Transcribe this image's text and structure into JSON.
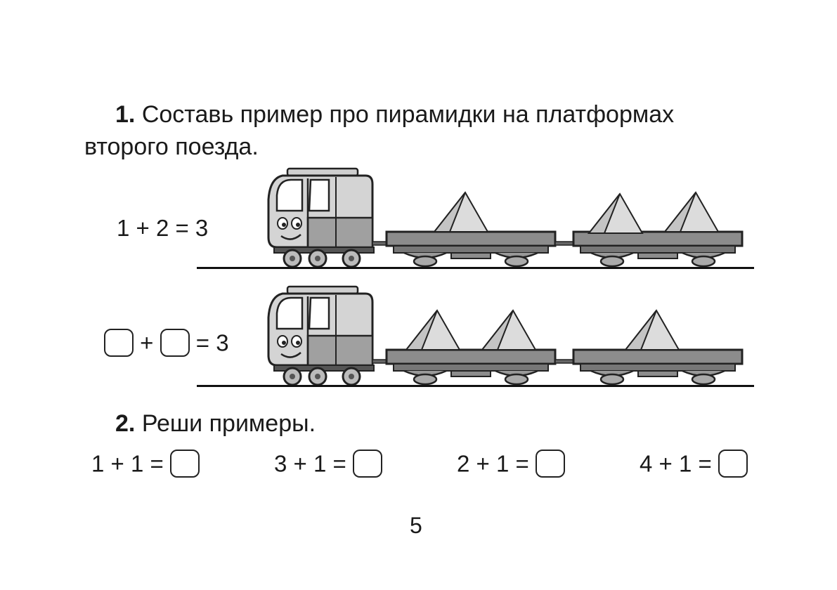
{
  "task1": {
    "number": "1.",
    "line1": "Составь пример про пирамидки на платформах",
    "line2": "второго поезда."
  },
  "train1": {
    "equation": "1 + 2 = 3"
  },
  "train2": {
    "plus": "+",
    "result": "= 3"
  },
  "task2": {
    "number": "2.",
    "text": "Реши примеры."
  },
  "examples": [
    {
      "expr": "1 + 1 ="
    },
    {
      "expr": "3 + 1 ="
    },
    {
      "expr": "2 + 1 ="
    },
    {
      "expr": "4 + 1 ="
    }
  ],
  "page_number": "5",
  "colors": {
    "wagon": "#8c8c8c",
    "pyramid": "#d9d9d9",
    "loco_body": "#cfcfcf",
    "loco_lower": "#9b9b9b"
  }
}
